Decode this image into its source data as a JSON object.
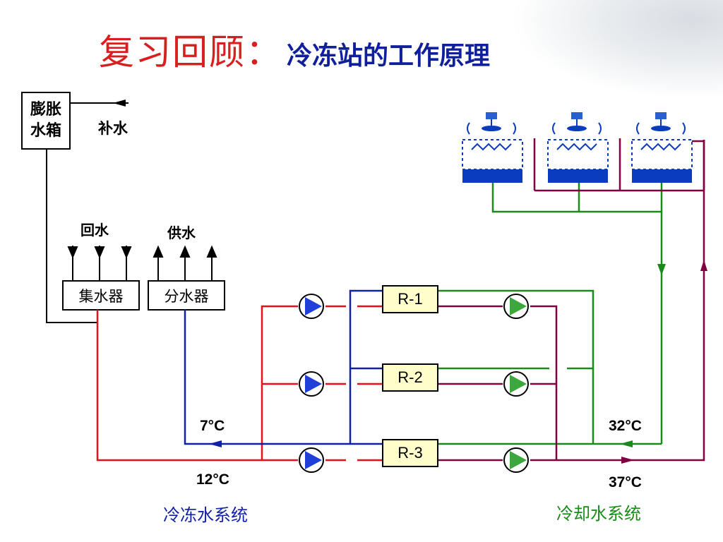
{
  "title": {
    "main": "复习回顾：",
    "sub": "冷冻站的工作原理"
  },
  "expansion_tank": {
    "label": "膨胀\n水箱"
  },
  "makeup_water": "补水",
  "return_label": "回水",
  "supply_label": "供水",
  "collector": "集水器",
  "distributor": "分水器",
  "chillers": [
    "R-1",
    "R-2",
    "R-3"
  ],
  "temps": {
    "chilled_supply": "7°C",
    "chilled_return": "12°C",
    "cooling_supply": "32°C",
    "cooling_return": "37°C"
  },
  "systems": {
    "chilled": "冷冻水系统",
    "cooling": "冷却水系统"
  },
  "colors": {
    "chilled_return": "#e8101b",
    "chilled_supply": "#1020a8",
    "cooling_supply": "#1a8a1a",
    "cooling_return": "#800040",
    "pump_chilled": "#1f3fd8",
    "pump_cooling": "#3aa83a",
    "tower_fill": "#0a3cc0"
  }
}
